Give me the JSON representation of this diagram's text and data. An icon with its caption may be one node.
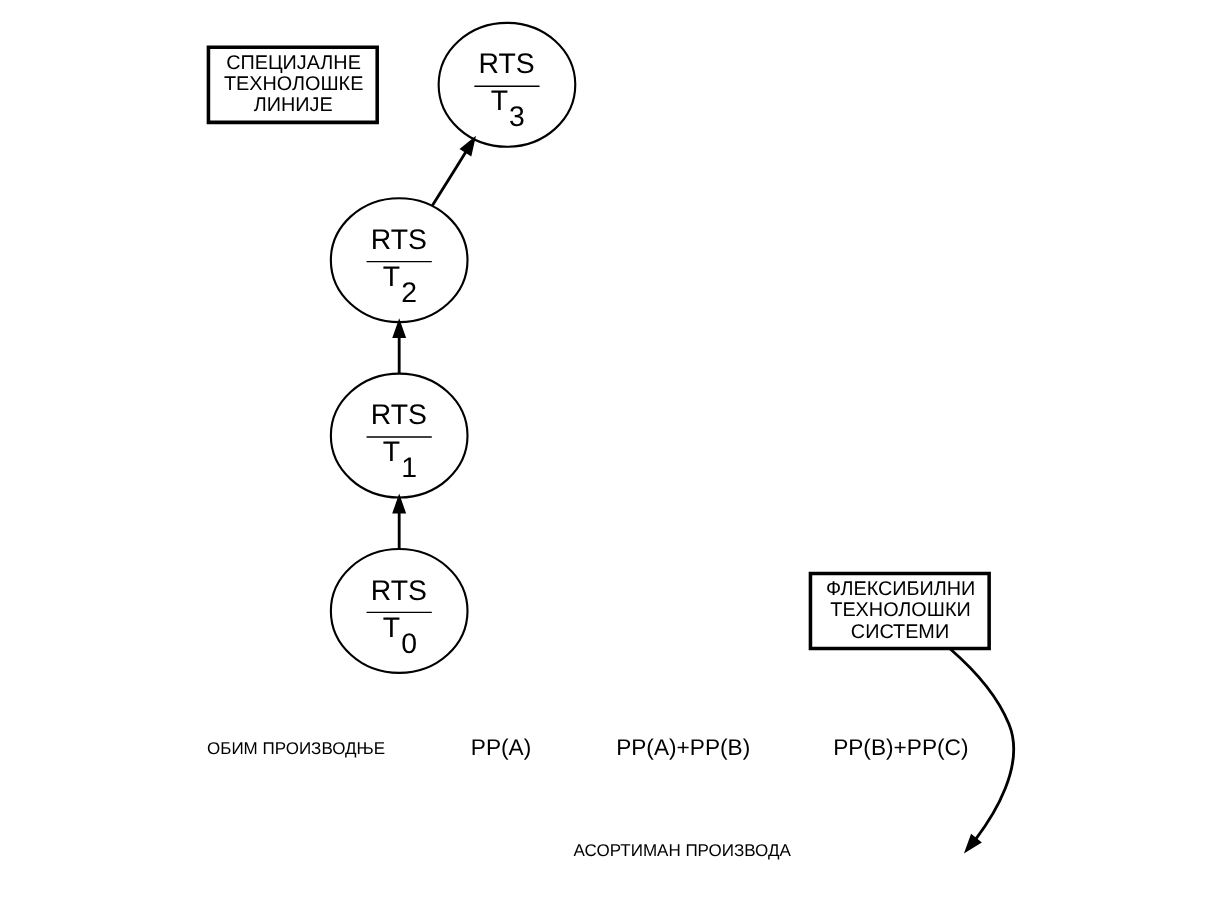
{
  "diagram": {
    "nodes": [
      {
        "text": [
          "СПЕЦИЈАЛНЕ ТЕХНОЛОШКЕ ЛИНИЈЕ"
        ]
      },
      {
        "text": [
          "RTS",
          "T$_{0}$"
        ]
      },
      {
        "text": [
          "RTS",
          "T$_{1}$"
        ]
      },
      {
        "text": [
          "RTS",
          "T$_{2}$"
        ]
      },
      {
        "text": [
          "RTS",
          "T$_{3}$"
        ]
      },
      {
        "text": [
          "ФЛЕКСИБИЛНИ ТЕХНОЛОШКИ СИСТЕМИ"
        ]
      }
    ],
    "edges": [
      {
        "from": 1,
        "to": 2,
        "arrow": "to"
      },
      {
        "from": 2,
        "to": 3,
        "arrow": "to"
      },
      {
        "from": 3,
        "to": 4,
        "arrow": "to"
      },
      {
        "from": 5,
        "to": null,
        "arrow": "to"
      }
    ],
    "labels": [
      "ОБИМ ПРОИЗВОДЊЕ",
      "PP(A)",
      "PP(A)+PP(B)",
      "PP(B)+PP(C)",
      "АСОРТИМАН ПРОИЗВОДА"
    ]
  }
}
